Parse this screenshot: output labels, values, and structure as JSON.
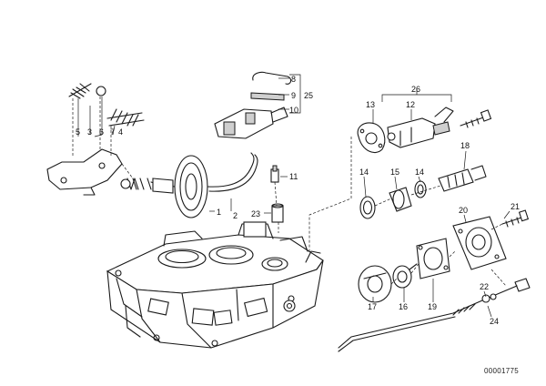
{
  "diagram": {
    "reference_number": "00001775",
    "callouts": [
      {
        "id": "label-1",
        "text": "1"
      },
      {
        "id": "label-2",
        "text": "2"
      },
      {
        "id": "label-3",
        "text": "3"
      },
      {
        "id": "label-4",
        "text": "4"
      },
      {
        "id": "label-5",
        "text": "5"
      },
      {
        "id": "label-6",
        "text": "6"
      },
      {
        "id": "label-7",
        "text": "7"
      },
      {
        "id": "label-8",
        "text": "8"
      },
      {
        "id": "label-9",
        "text": "9"
      },
      {
        "id": "label-10",
        "text": "10"
      },
      {
        "id": "label-11",
        "text": "11"
      },
      {
        "id": "label-12",
        "text": "12"
      },
      {
        "id": "label-13",
        "text": "13"
      },
      {
        "id": "label-14a",
        "text": "14"
      },
      {
        "id": "label-14b",
        "text": "14"
      },
      {
        "id": "label-15",
        "text": "15"
      },
      {
        "id": "label-16",
        "text": "16"
      },
      {
        "id": "label-17",
        "text": "17"
      },
      {
        "id": "label-18",
        "text": "18"
      },
      {
        "id": "label-19",
        "text": "19"
      },
      {
        "id": "label-20",
        "text": "20"
      },
      {
        "id": "label-21",
        "text": "21"
      },
      {
        "id": "label-22",
        "text": "22"
      },
      {
        "id": "label-23",
        "text": "23"
      },
      {
        "id": "label-24",
        "text": "24"
      },
      {
        "id": "label-25",
        "text": "25"
      },
      {
        "id": "label-26",
        "text": "26"
      }
    ]
  }
}
